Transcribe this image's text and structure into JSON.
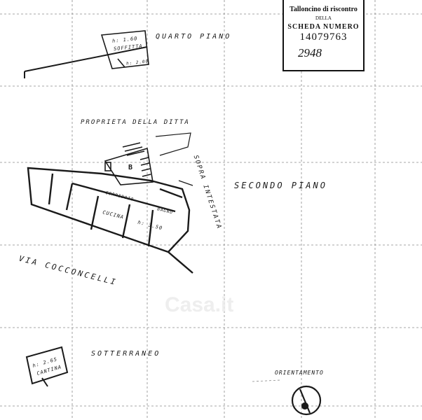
{
  "stamp": {
    "line1": "Talloncino di riscontro",
    "line2": "DELLA",
    "line3": "SCHEDA NUMERO",
    "line4": "14079763",
    "handwritten": "2948"
  },
  "floors": {
    "quarto": "QUARTO PIANO",
    "secondo": "SECONDO PIANO",
    "sotterraneo": "SOTTERRANEO"
  },
  "labels": {
    "proprieta": "PROPRIETA DELLA DITTA",
    "sopra_intestata": "SOPRA INTESTATA",
    "street": "VIA COCCONCELLI",
    "orientamento": "ORIENTAMENTO",
    "corridoio": "CORRIDOIO",
    "cucina": "CUCINA",
    "bagno": "BAGNO",
    "stair_b": "B",
    "h_main": "h: 3.50",
    "soffitta_h": "h: 1.60",
    "soffitta": "SOFFITTA",
    "soffitta_h2": "h: 2.00",
    "cantina_h": "h: 2.65",
    "cantina": "CANTINA"
  },
  "watermark": "Casa.it",
  "colors": {
    "ink": "#1a1a1a",
    "grid": "#8a8a8a",
    "paper": "#ffffff"
  }
}
